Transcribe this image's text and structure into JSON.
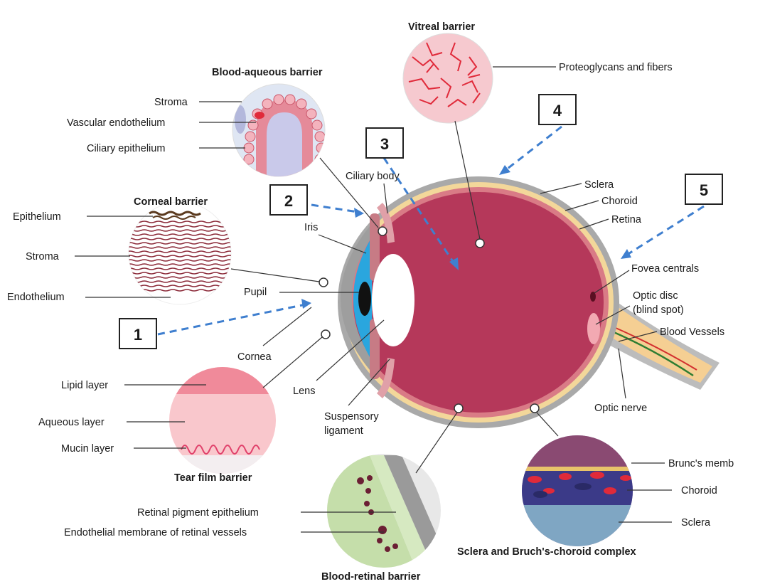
{
  "titles": {
    "vitreal": "Vitreal barrier",
    "blood_aqueous": "Blood-aqueous barrier",
    "corneal": "Corneal barrier",
    "tear_film": "Tear film barrier",
    "blood_retinal": "Blood-retinal barrier",
    "sclera_bruch": "Sclera and Bruch's-choroid complex"
  },
  "labels": {
    "proteoglycans": "Proteoglycans and fibers",
    "ba_stroma": "Stroma",
    "vascular_endothelium": "Vascular endothelium",
    "ciliary_epithelium": "Ciliary epithelium",
    "ciliary_body": "Ciliary body",
    "sclera": "Sclera",
    "choroid": "Choroid",
    "retina": "Retina",
    "epithelium": "Epithelium",
    "cornea_stroma": "Stroma",
    "endothelium": "Endothelium",
    "iris": "Iris",
    "pupil": "Pupil",
    "fovea": "Fovea centrals",
    "optic_disc_1": "Optic disc",
    "optic_disc_2": "(blind spot)",
    "blood_vessels": "Blood Vessels",
    "cornea": "Cornea",
    "lens": "Lens",
    "suspensory_1": "Suspensory",
    "suspensory_2": "ligament",
    "optic_nerve": "Optic nerve",
    "lipid": "Lipid layer",
    "aqueous": "Aqueous layer",
    "mucin": "Mucin layer",
    "bruncs": "Brunc's memb",
    "bc_choroid": "Choroid",
    "bc_sclera": "Sclera",
    "rpe": "Retinal pigment epithelium",
    "endo_membrane": "Endothelial membrane of retinal vessels"
  },
  "numbers": [
    "1",
    "2",
    "3",
    "4",
    "5"
  ],
  "colors": {
    "eye_interior": "#b5385a",
    "sclera_gray": "#a9a9a9",
    "choroid_yellow": "#f3d79a",
    "cornea_blue": "#2aa6de",
    "arrow_blue": "#3f7fcf"
  }
}
